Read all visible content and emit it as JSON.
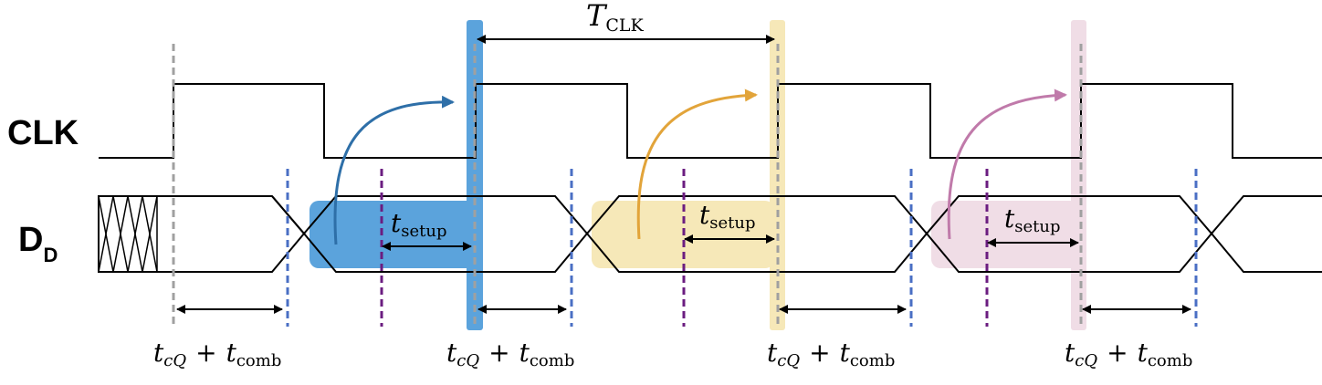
{
  "signals": {
    "clk": {
      "label": "CLK"
    },
    "data": {
      "label": "D",
      "subscript": "D"
    }
  },
  "clock_period": {
    "symbol": "T",
    "subscript": "CLK"
  },
  "setup_labels": [
    {
      "symbol": "t",
      "subscript": "setup"
    },
    {
      "symbol": "t",
      "subscript": "setup"
    },
    {
      "symbol": "t",
      "subscript": "setup"
    }
  ],
  "delay_labels": [
    {
      "t1": "t",
      "s1": "cQ",
      "plus": "+",
      "t2": "t",
      "s2": "comb"
    },
    {
      "t1": "t",
      "s1": "cQ",
      "plus": "+",
      "t2": "t",
      "s2": "comb"
    },
    {
      "t1": "t",
      "s1": "cQ",
      "plus": "+",
      "t2": "t",
      "s2": "comb"
    },
    {
      "t1": "t",
      "s1": "cQ",
      "plus": "+",
      "t2": "t",
      "s2": "comb"
    }
  ],
  "colors": {
    "blue": "#5ba3dc",
    "orange": "#f6e8b8",
    "pink": "#f0dde6",
    "arrow_blue": "#2e6fa8",
    "arrow_orange": "#e2a43a",
    "arrow_pink": "#c07aaa",
    "grey_dash": "#a0a0a0",
    "blue_dash": "#4a6fc4",
    "purple_dash": "#6b1d80"
  }
}
